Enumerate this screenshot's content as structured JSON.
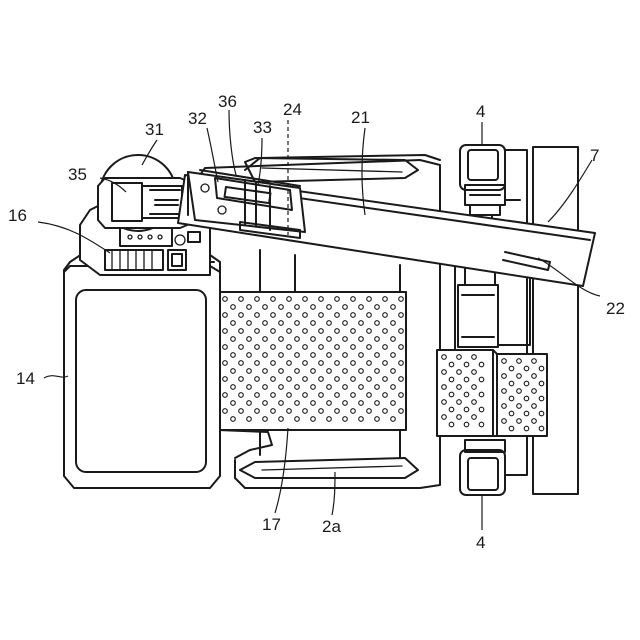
{
  "labels": {
    "l4_top": "4",
    "l7": "7",
    "l21": "21",
    "l24": "24",
    "l36": "36",
    "l32": "32",
    "l33": "33",
    "l31": "31",
    "l35": "35",
    "l16": "16",
    "l14": "14",
    "l22": "22",
    "l17": "17",
    "l2a": "2a",
    "l4_bottom": "4"
  }
}
